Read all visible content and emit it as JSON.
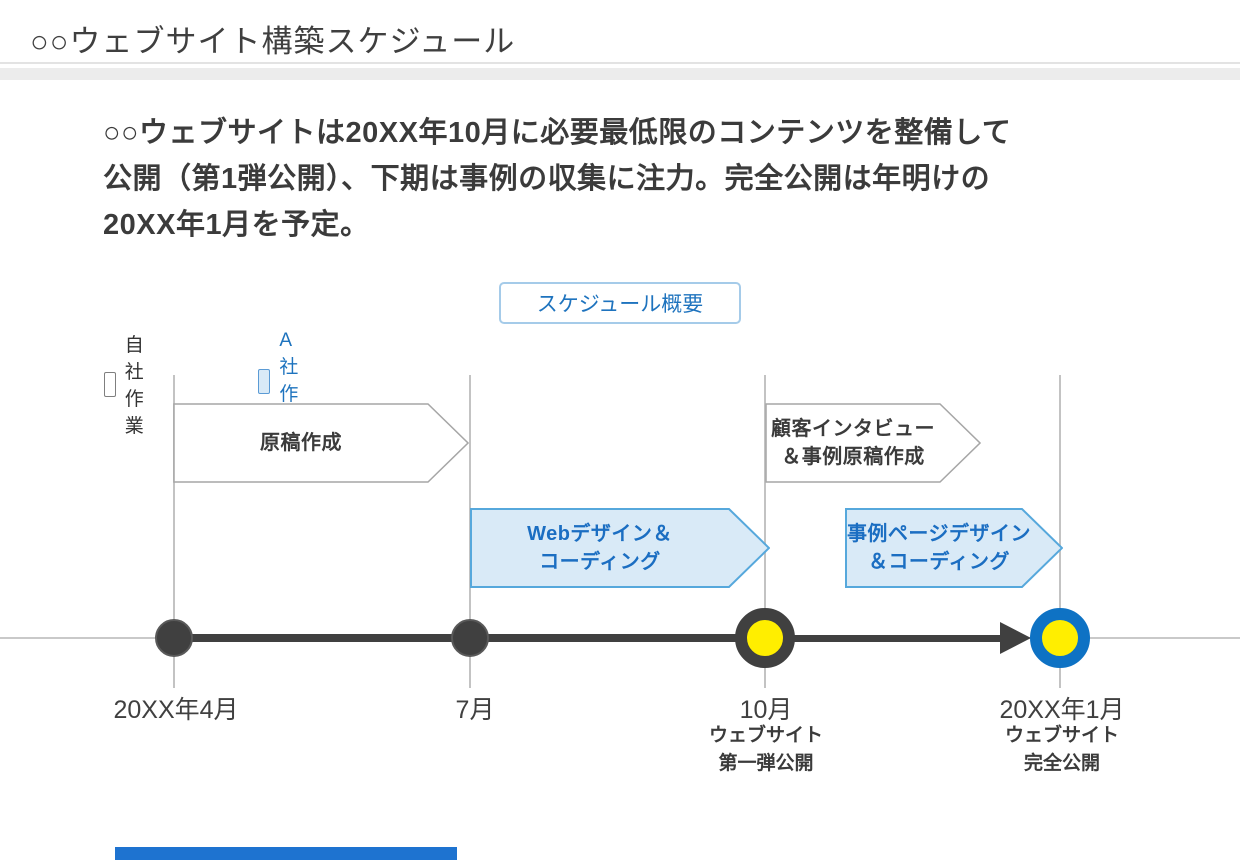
{
  "header": {
    "title": "○○ウェブサイト構築スケジュール"
  },
  "intro": {
    "lines": [
      "○○ウェブサイトは20XX年10月に必要最低限のコンテンツを整備して",
      "公開（第1弾公開）、下期は事例の収集に注力。完全公開は年明けの",
      "20XX年1月を予定。"
    ]
  },
  "overview_button": {
    "label": "スケジュール概要"
  },
  "legend": {
    "self_label": "自社作業",
    "partner_label": "A社作業"
  },
  "tasks": [
    {
      "name": "原稿作成",
      "owner": "self",
      "lines": [
        "原稿作成"
      ]
    },
    {
      "name": "顧客インタビュー＆事例原稿作成",
      "owner": "self",
      "lines": [
        "顧客インタビュー",
        "＆事例原稿作成"
      ]
    },
    {
      "name": "Webデザイン＆コーディング",
      "owner": "partner",
      "lines": [
        "Webデザイン＆",
        "コーディング"
      ]
    },
    {
      "name": "事例ページデザイン＆コーディング",
      "owner": "partner",
      "lines": [
        "事例ページデザイン",
        "＆コーディング"
      ]
    }
  ],
  "milestones": [
    {
      "date": "20XX年4月",
      "caption_lines": []
    },
    {
      "date": "7月",
      "caption_lines": []
    },
    {
      "date": "10月",
      "caption_lines": [
        "ウェブサイト",
        "第一弾公開"
      ]
    },
    {
      "date": "20XX年1月",
      "caption_lines": [
        "ウェブサイト",
        "完全公開"
      ]
    }
  ],
  "colors": {
    "accent_blue": "#1e73be",
    "partner_fill": "#d9eaf7",
    "partner_border": "#56a8dc",
    "self_border": "#a6a6a6",
    "timeline_dark": "#404040",
    "milestone_yellow": "#ffee00",
    "milestone_ring_blue": "#0e72c4"
  }
}
